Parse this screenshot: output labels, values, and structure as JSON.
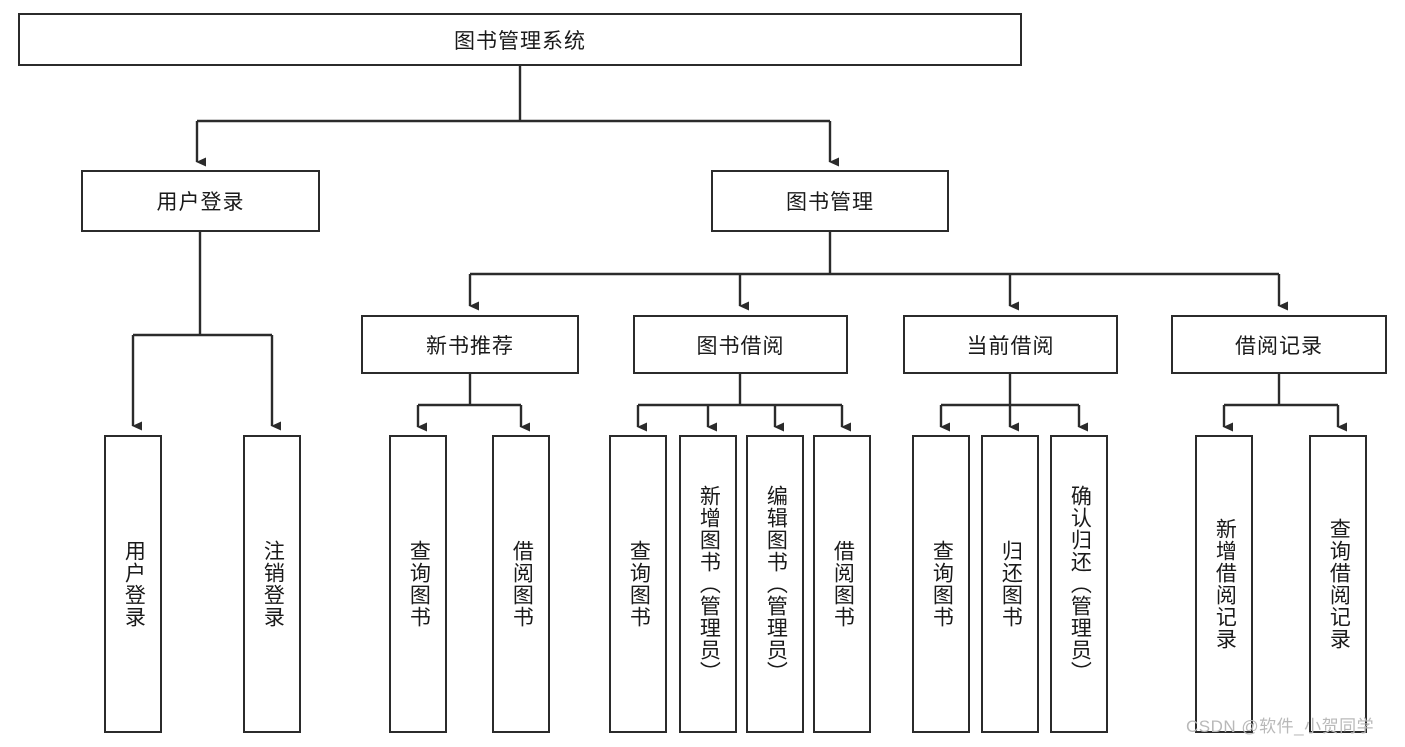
{
  "diagram": {
    "type": "tree-hierarchy",
    "title": "图书管理系统",
    "root": {
      "label": "图书管理系统"
    },
    "level2": [
      {
        "label": "用户登录"
      },
      {
        "label": "图书管理"
      }
    ],
    "level3": [
      {
        "label": "新书推荐"
      },
      {
        "label": "图书借阅"
      },
      {
        "label": "当前借阅"
      },
      {
        "label": "借阅记录"
      }
    ],
    "leaves": {
      "user_login": [
        {
          "label": "用户登录"
        },
        {
          "label": "注销登录"
        }
      ],
      "new_book_recommend": [
        {
          "label": "查询图书"
        },
        {
          "label": "借阅图书"
        }
      ],
      "book_borrow": [
        {
          "label": "查询图书"
        },
        {
          "label": "新增图书（管理员）"
        },
        {
          "label": "编辑图书（管理员）"
        },
        {
          "label": "借阅图书"
        }
      ],
      "current_borrow": [
        {
          "label": "查询图书"
        },
        {
          "label": "归还图书"
        },
        {
          "label": "确认归还（管理员）"
        }
      ],
      "borrow_record": [
        {
          "label": "新增借阅记录"
        },
        {
          "label": "查询借阅记录"
        }
      ]
    }
  },
  "watermark": {
    "text": "CSDN @软件_小贺同学"
  },
  "colors": {
    "stroke": "#2b2b2b",
    "background": "#ffffff",
    "text": "#1a1a1a",
    "watermark": "#b9b9b9"
  }
}
